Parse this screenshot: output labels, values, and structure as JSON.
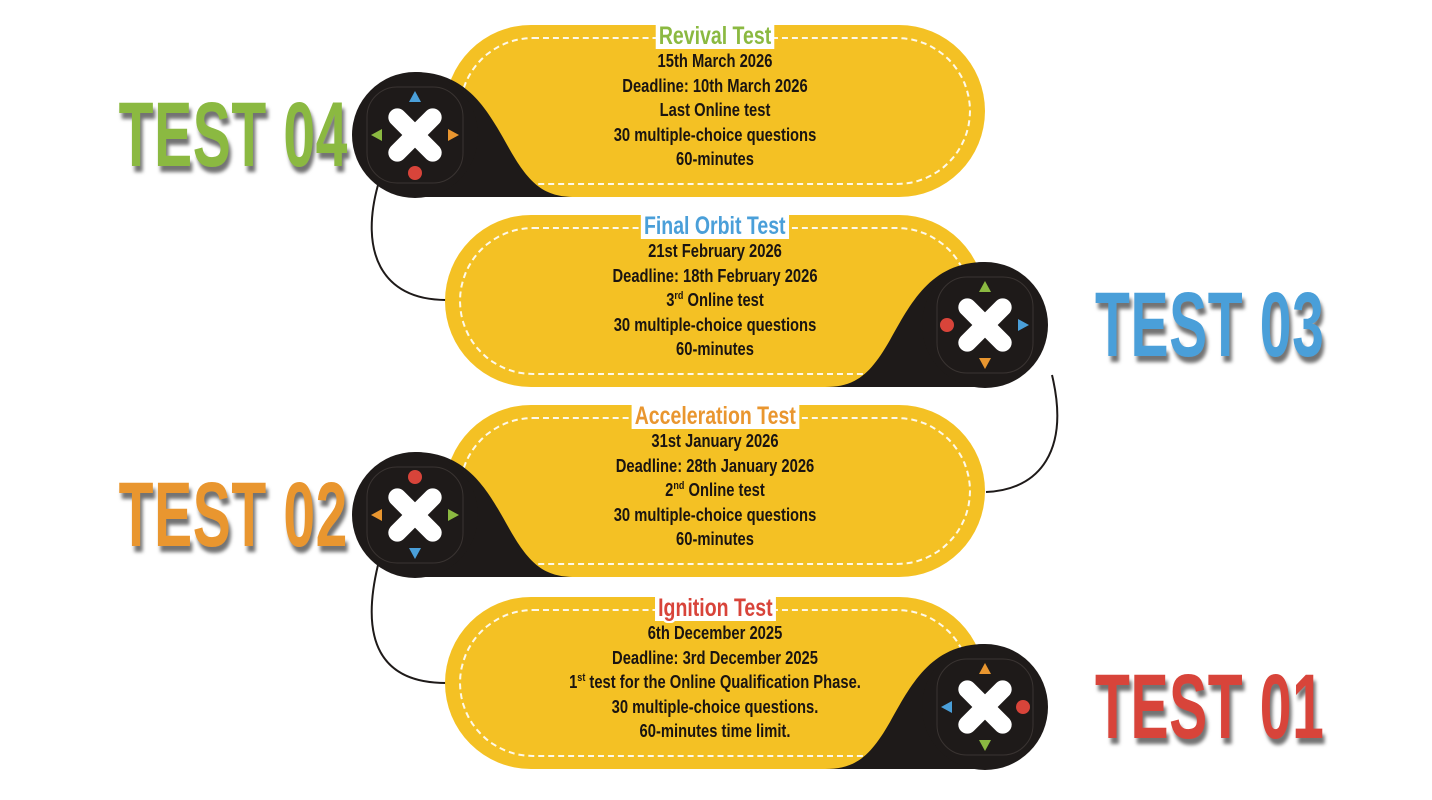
{
  "tests": [
    {
      "label": "TEST 04",
      "color": "#8bb941",
      "title": "Revival Test",
      "lines": [
        {
          "text": "15th March 2026"
        },
        {
          "text": "Deadline: 10th March 2026"
        },
        {
          "text": "Last Online test"
        },
        {
          "text": "30 multiple-choice questions"
        },
        {
          "text": "60-minutes"
        }
      ]
    },
    {
      "label": "TEST 03",
      "color": "#4a9fd9",
      "title": "Final Orbit Test",
      "lines": [
        {
          "text": "21st February 2026"
        },
        {
          "text": "Deadline: 18th February 2026"
        },
        {
          "num": "3",
          "sup": "rd",
          "rest": " Online test"
        },
        {
          "text": "30 multiple-choice questions"
        },
        {
          "text": "60-minutes"
        }
      ]
    },
    {
      "label": "TEST 02",
      "color": "#e9962f",
      "title": "Acceleration Test",
      "lines": [
        {
          "text": "31st January 2026"
        },
        {
          "text": "Deadline: 28th January 2026"
        },
        {
          "num": "2",
          "sup": "nd",
          "rest": " Online test"
        },
        {
          "text": "30 multiple-choice questions"
        },
        {
          "text": "60-minutes"
        }
      ]
    },
    {
      "label": "TEST 01",
      "color": "#d8443a",
      "title": "Ignition Test",
      "lines": [
        {
          "text": "6th December 2025"
        },
        {
          "text": "Deadline: 3rd December 2025"
        },
        {
          "num": "1",
          "sup": "st",
          "rest": " test for the Online Qualification Phase."
        },
        {
          "text": "30 multiple-choice questions."
        },
        {
          "text": "60-minutes time limit."
        }
      ]
    }
  ],
  "colors": {
    "pill": "#f4c124",
    "blob": "#1e1a19",
    "red": "#d8443a",
    "blue": "#4a9fd9",
    "green": "#8bb941",
    "orange": "#e9962f"
  }
}
